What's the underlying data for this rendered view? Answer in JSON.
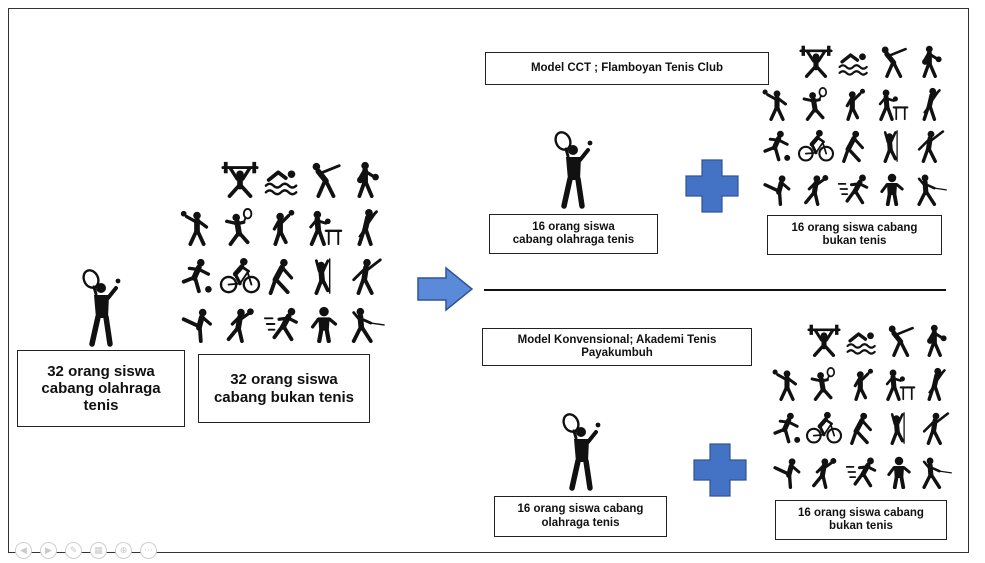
{
  "left": {
    "tennis_box": "32 orang siswa cabang olahraga tenis",
    "nontennis_box": "32 orang siswa cabang bukan tenis"
  },
  "top_group": {
    "model_label": "Model CCT ; Flamboyan Tenis Club",
    "tennis_box": "16 orang siswa cabang olahraga tenis",
    "nontennis_box": "16 orang siswa cabang bukan tenis"
  },
  "bottom_group": {
    "model_label": "Model Konvensional; Akademi Tenis Payakumbuh",
    "tennis_box": "16 orang siswa cabang olahraga tenis",
    "nontennis_box": "16 orang siswa cabang bukan tenis"
  },
  "sport_icons": [
    "weightlifting-icon",
    "swimming-icon",
    "baseball-icon",
    "boxing-icon",
    "volleyball-icon",
    "badminton-icon",
    "volleyball-spike-icon",
    "table-tennis-icon",
    "hockey-icon",
    "soccer-icon",
    "cycling-icon",
    "gymnastics-icon",
    "climbing-icon",
    "cricket-icon",
    "karate-icon",
    "basketball-icon",
    "running-icon",
    "rugby-icon",
    "fencing-icon"
  ],
  "colors": {
    "arrow": "#5b8bd8",
    "plus": "#4472c4",
    "icons": "#111111"
  },
  "controls": [
    "prev-icon",
    "next-icon",
    "pen-icon",
    "slides-icon",
    "zoom-icon",
    "more-icon"
  ]
}
